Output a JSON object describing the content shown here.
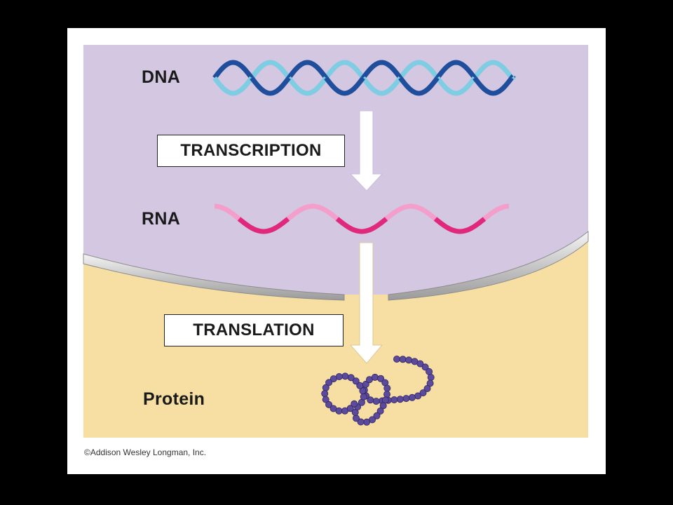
{
  "stages": {
    "dna": "DNA",
    "rna": "RNA",
    "protein": "Protein"
  },
  "processes": {
    "transcription": "TRANSCRIPTION",
    "translation": "TRANSLATION"
  },
  "copyright": "©Addison Wesley Longman, Inc.",
  "colors": {
    "nucleus": "#d3c7e2",
    "cytoplasm": "#f7dfa3",
    "dna_strand_dark": "#1f4f9c",
    "dna_strand_light": "#7fcde3",
    "rna_dark": "#e0287f",
    "rna_light": "#f49fcb",
    "protein_bead": "#5c4a9b",
    "arrow": "#ffffff"
  }
}
